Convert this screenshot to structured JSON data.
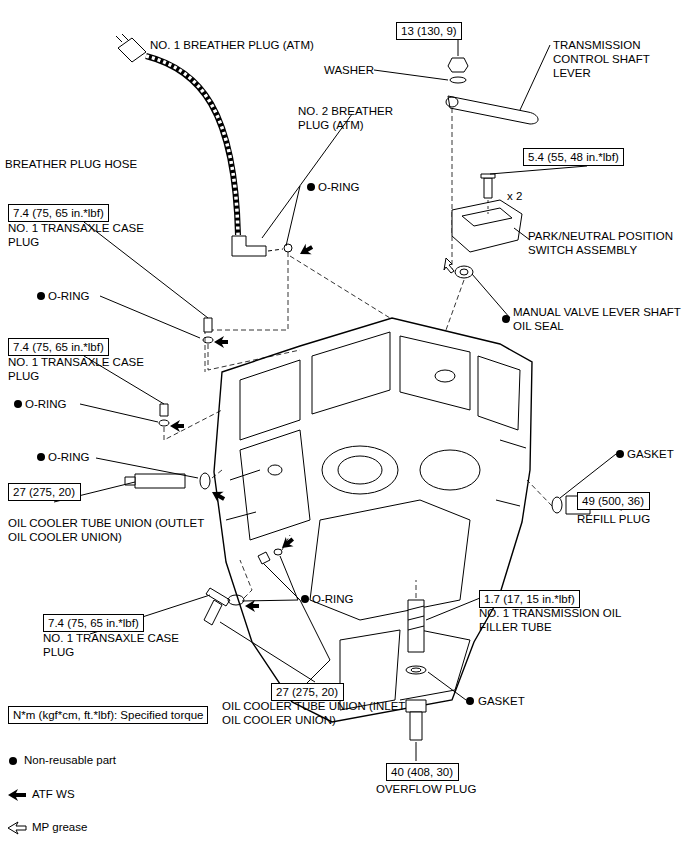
{
  "diagram": {
    "nodes": [
      {
        "text": [
          "13 (130, 9)"
        ]
      },
      {
        "text": [
          "5.4 (55, 48 in.*lbf)"
        ]
      },
      {
        "text": [
          "7.4 (75, 65 in.*lbf)"
        ]
      },
      {
        "text": [
          "7.4 (75, 65 in.*lbf)"
        ]
      },
      {
        "text": [
          "27 (275, 20)"
        ]
      },
      {
        "text": [
          "49 (500, 36)"
        ]
      },
      {
        "text": [
          "1.7 (17, 15 in.*lbf)"
        ]
      },
      {
        "text": [
          "7.4 (75, 65 in.*lbf)"
        ]
      },
      {
        "text": [
          "27 (275, 20)"
        ]
      },
      {
        "text": [
          "40 (408, 30)"
        ]
      }
    ],
    "labels": [
      "NO. 1 BREATHER PLUG (ATM)",
      "TRANSMISSION CONTROL SHAFT LEVER",
      "WASHER",
      "NO. 2 BREATHER PLUG (ATM)",
      "BREATHER PLUG HOSE",
      "O-RING",
      "x 2",
      "PARK/NEUTRAL POSITION SWITCH ASSEMBLY",
      "NO. 1 TRANSAXLE CASE PLUG",
      "MANUAL VALVE LEVER SHAFT OIL SEAL",
      "O-RING",
      "NO. 1 TRANSAXLE CASE PLUG",
      "O-RING",
      "O-RING",
      "OIL COOLER TUBE UNION (OUTLET OIL COOLER UNION)",
      "GASKET",
      "REFILL PLUG",
      "O-RING",
      "NO. 1 TRANSAXLE CASE PLUG",
      "NO. 1 TRANSMISSION OIL FILLER TUBE",
      "OIL COOLER TUBE UNION (INLET OIL COOLER UNION)",
      "GASKET",
      "OVERFLOW PLUG"
    ],
    "legend": [
      {
        "text": "N*m (kgf*cm, ft.*lbf): Specified torque"
      },
      {
        "text": "Non-reusable part"
      },
      {
        "text": "ATF WS"
      },
      {
        "text": "MP grease"
      }
    ]
  }
}
